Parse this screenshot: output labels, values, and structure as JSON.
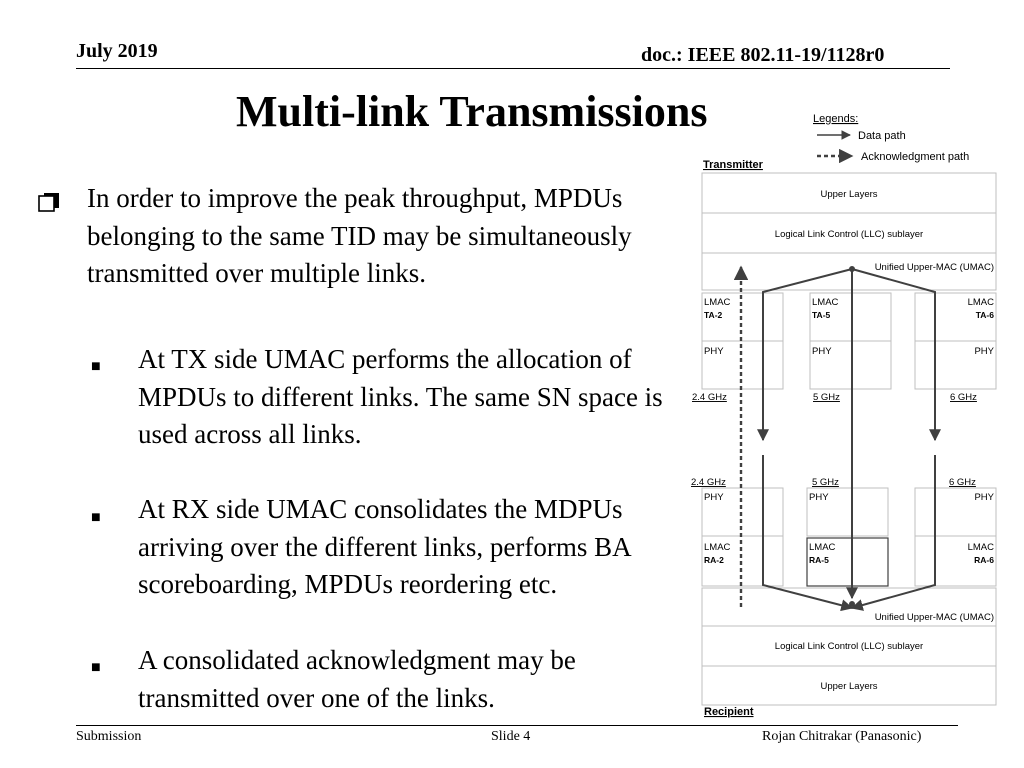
{
  "header": {
    "date": "July 2019",
    "doc_id": "doc.: IEEE 802.11-19/1128r0"
  },
  "title": "Multi-link Transmissions",
  "body": {
    "main_bullet": "In order to improve the peak throughput, MPDUs belonging to the same TID may be simultaneously transmitted over multiple links.",
    "sub_bullets": [
      "At TX side UMAC performs the allocation of MPDUs to different links. The same SN space is used across all links.",
      "At RX side UMAC consolidates the MDPUs arriving over the different links, performs BA scoreboarding, MPDUs reordering etc.",
      "A consolidated acknowledgment may be transmitted over one of the links."
    ]
  },
  "diagram": {
    "legend": {
      "title": "Legends:",
      "data_path": "Data path",
      "ack_path": "Acknowledgment path"
    },
    "transmitter": {
      "label": "Transmitter",
      "upper_layers": "Upper Layers",
      "llc": "Logical Link Control (LLC) sublayer",
      "umac": "Unified Upper-MAC (UMAC)",
      "lmacs": [
        {
          "name": "LMAC",
          "addr": "TA-2"
        },
        {
          "name": "LMAC",
          "addr": "TA-5"
        },
        {
          "name": "LMAC",
          "addr": "TA-6"
        }
      ],
      "phy": "PHY",
      "bands": [
        "2.4 GHz",
        "5 GHz",
        "6 GHz"
      ]
    },
    "recipient": {
      "label": "Recipient",
      "upper_layers": "Upper Layers",
      "llc": "Logical Link Control (LLC) sublayer",
      "umac": "Unified Upper-MAC (UMAC)",
      "lmacs": [
        {
          "name": "LMAC",
          "addr": "RA-2"
        },
        {
          "name": "LMAC",
          "addr": "RA-5"
        },
        {
          "name": "LMAC",
          "addr": "RA-6"
        }
      ],
      "phy": "PHY",
      "bands": [
        "2.4 GHz",
        "5 GHz",
        "6 GHz"
      ]
    }
  },
  "footer": {
    "left": "Submission",
    "center": "Slide 4",
    "right": "Rojan Chitrakar (Panasonic)"
  }
}
